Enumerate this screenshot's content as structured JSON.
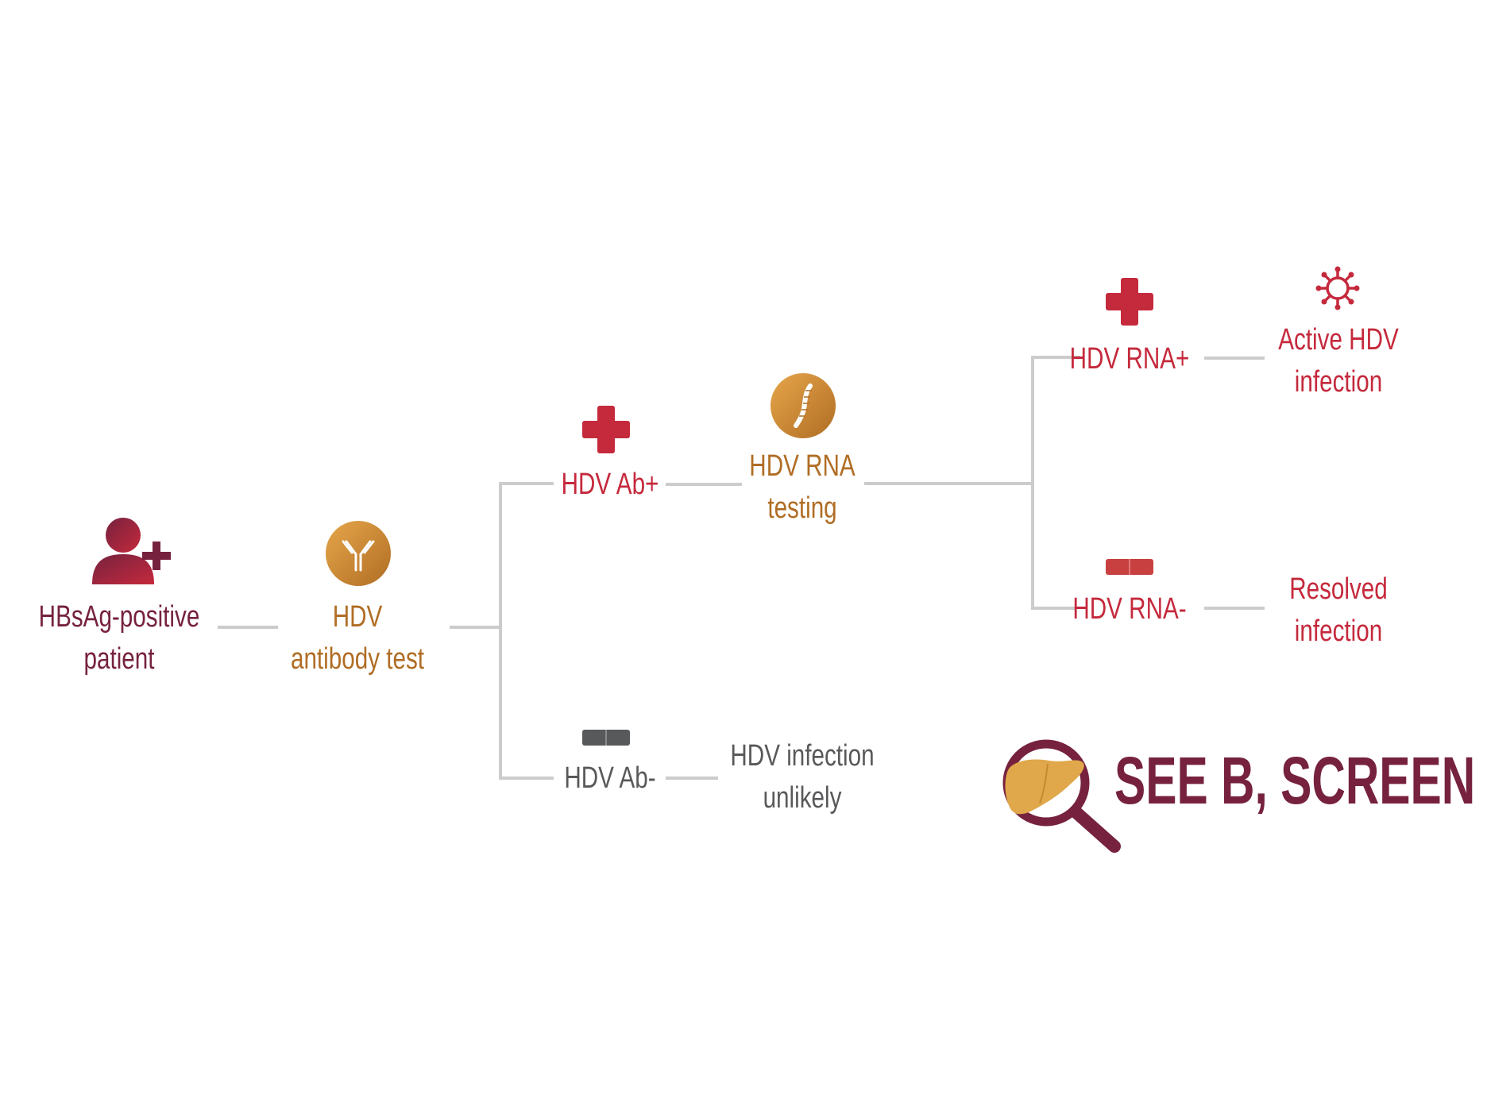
{
  "colors": {
    "maroon": "#76223f",
    "red": "#c5293c",
    "gold": "#b06d24",
    "gray": "#58595b",
    "connector": "#cccccc",
    "liver": "#e0a84a"
  },
  "nodes": {
    "patient": {
      "line1": "HBsAg-positive",
      "line2": "patient",
      "icon": "person-add-icon"
    },
    "antibody_test": {
      "line1": "HDV",
      "line2": "antibody test",
      "icon": "antibody-icon"
    },
    "ab_pos": {
      "label": "HDV Ab+",
      "icon": "plus-icon"
    },
    "ab_neg": {
      "label": "HDV Ab-",
      "icon": "minus-icon"
    },
    "rna_testing": {
      "line1": "HDV RNA",
      "line2": "testing",
      "icon": "rna-strand-icon"
    },
    "infection_unlikely": {
      "line1": "HDV infection",
      "line2": "unlikely"
    },
    "rna_pos": {
      "label": "HDV RNA+",
      "icon": "plus-icon"
    },
    "rna_neg": {
      "label": "HDV RNA-",
      "icon": "minus-icon"
    },
    "active_infection": {
      "line1": "Active HDV",
      "line2": "infection",
      "icon": "virus-icon"
    },
    "resolved_infection": {
      "line1": "Resolved",
      "line2": "infection"
    }
  },
  "callout": {
    "text": "SEE B, SCREEN D",
    "icon": "magnifier-liver-icon"
  }
}
